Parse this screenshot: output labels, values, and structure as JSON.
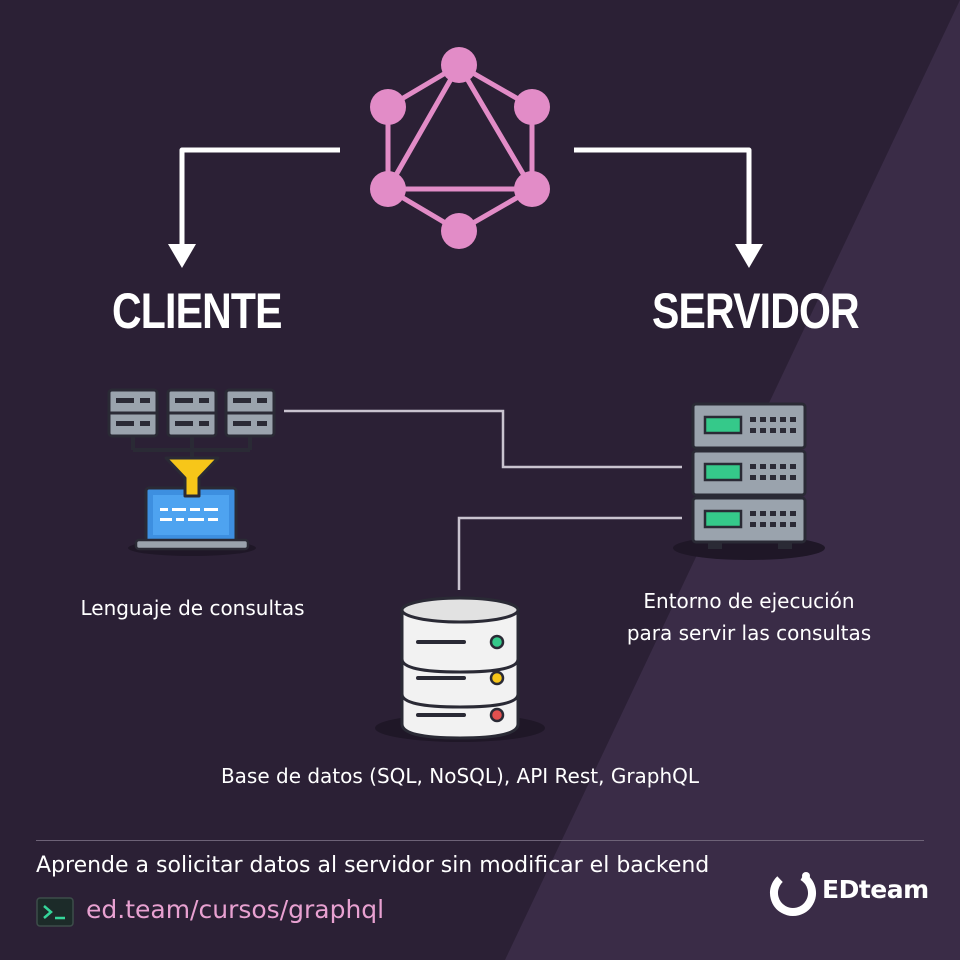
{
  "colors": {
    "background": "#2b2035",
    "background_light": "#3a2c47",
    "graphql_pink": "#e28cc7",
    "arrow": "#ffffff",
    "connector": "#c9c3cf",
    "url_pink": "#e8a1d1"
  },
  "icons": {
    "center": "graphql-logo-icon",
    "client": "query-funnel-laptop-icon",
    "server": "server-rack-icon",
    "database": "database-icon",
    "terminal": "terminal-icon",
    "brand": "edteam-logo-icon"
  },
  "diagram": {
    "client_title": "CLIENTE",
    "server_title": "SERVIDOR",
    "client_caption": "Lenguaje de consultas",
    "server_caption_line1": "Entorno de ejecución",
    "server_caption_line2": "para servir las consultas",
    "database_caption": "Base de datos (SQL, NoSQL), API Rest, GraphQL"
  },
  "footer": {
    "tagline": "Aprende a solicitar datos al servidor sin modificar el backend",
    "url": "ed.team/cursos/graphql",
    "brand": "EDteam"
  }
}
